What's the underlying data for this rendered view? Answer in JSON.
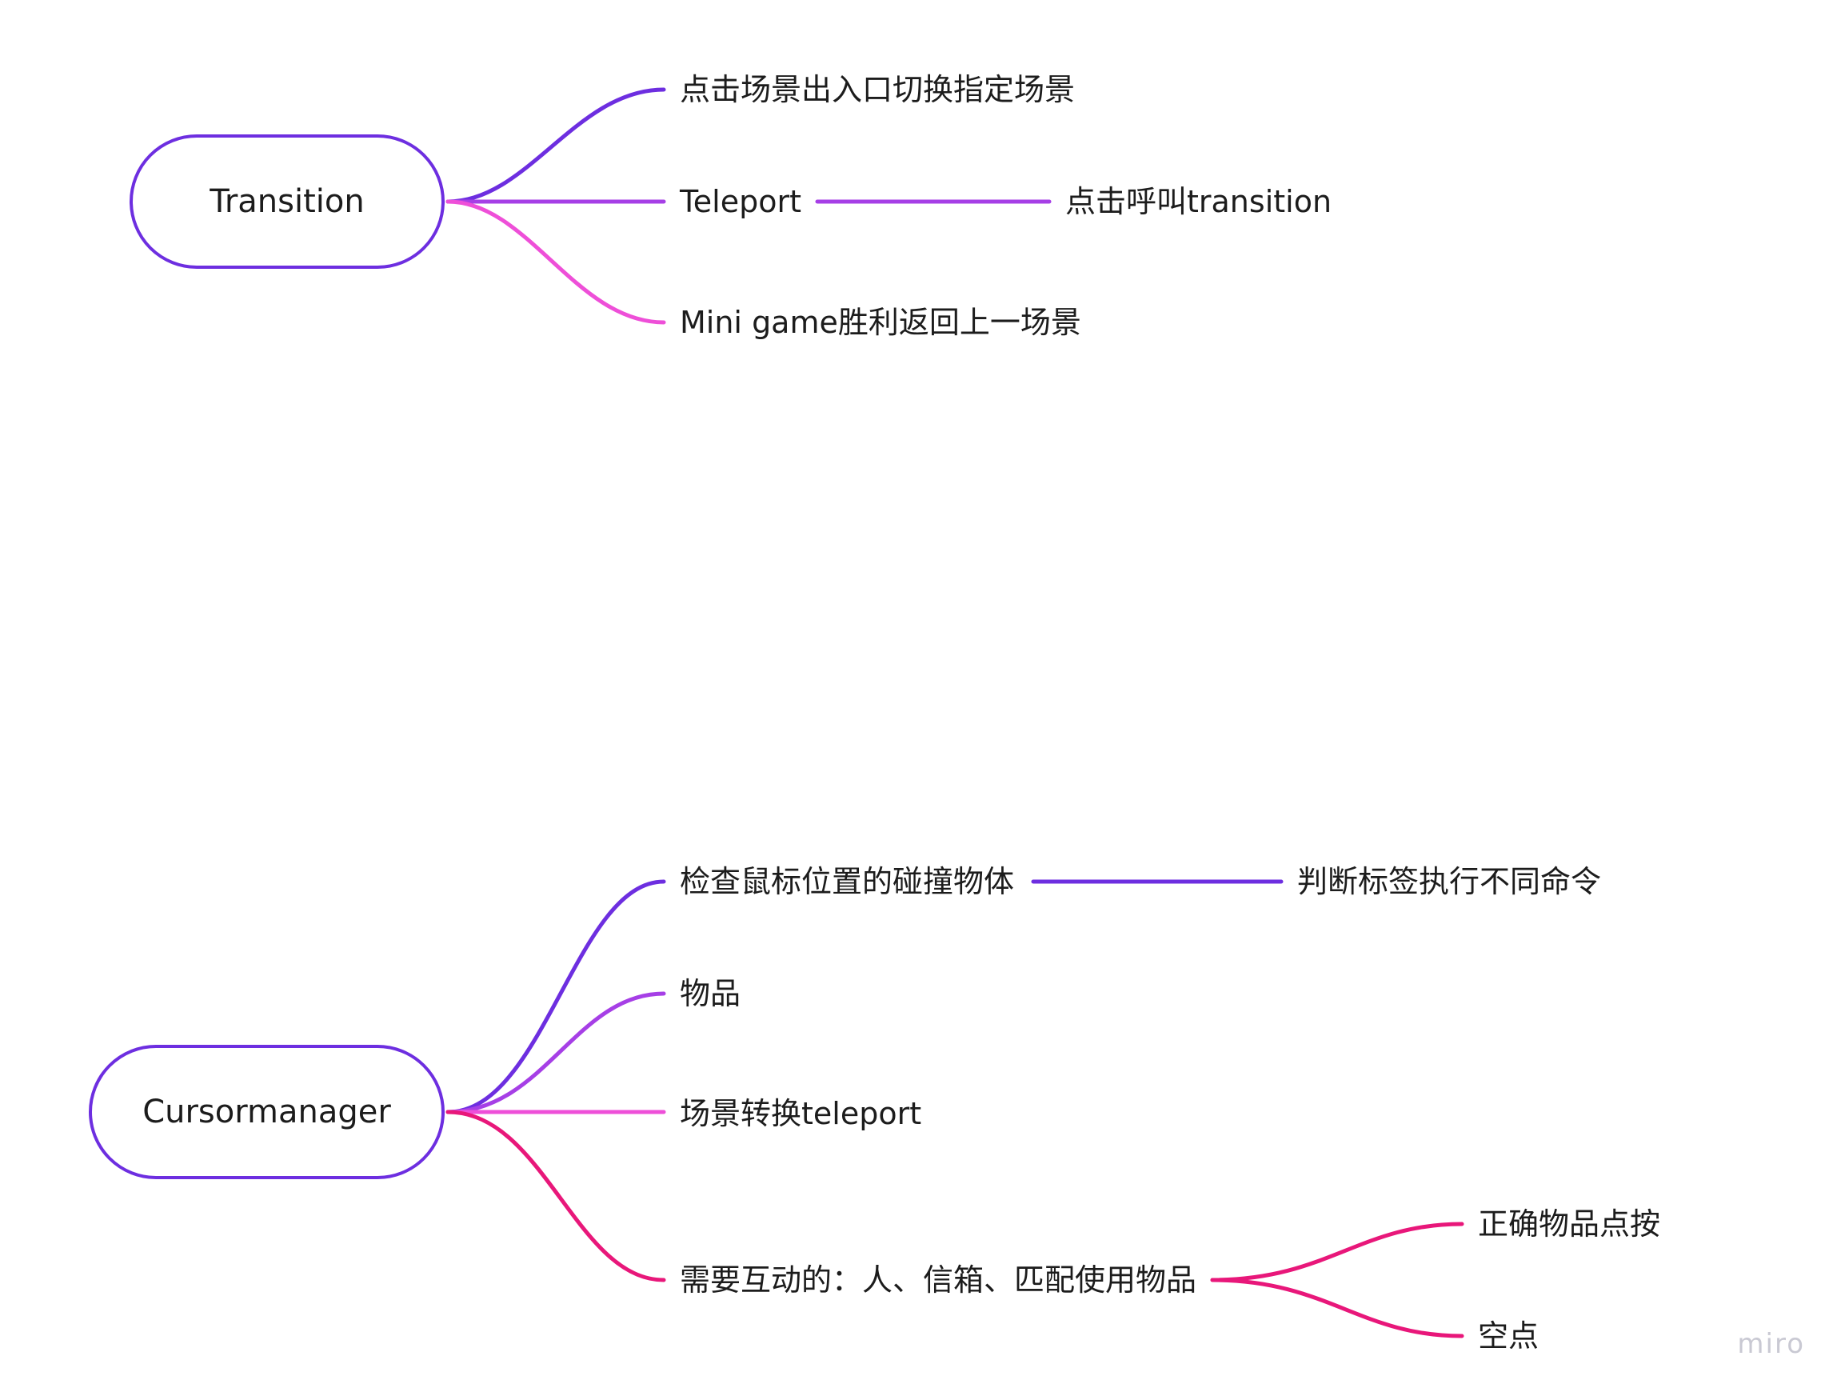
{
  "colors": {
    "violet": "#6d2ee0",
    "purple": "#a63fe6",
    "magenta": "#ee4fd8",
    "pink": "#e8177a"
  },
  "mindmaps": [
    {
      "root": "Transition",
      "children": [
        {
          "label": "点击场景出入口切换指定场景",
          "color": "violet"
        },
        {
          "label": "Teleport",
          "color": "purple",
          "children": [
            {
              "label": "点击呼叫transition"
            }
          ]
        },
        {
          "label": "Mini game胜利返回上一场景",
          "color": "magenta"
        }
      ]
    },
    {
      "root": "Cursormanager",
      "children": [
        {
          "label": "检查鼠标位置的碰撞物体",
          "color": "violet",
          "children": [
            {
              "label": "判断标签执行不同命令"
            }
          ]
        },
        {
          "label": "物品",
          "color": "purple"
        },
        {
          "label": "场景转换teleport",
          "color": "magenta"
        },
        {
          "label": "需要互动的：人、信箱、匹配使用物品",
          "color": "pink",
          "children": [
            {
              "label": "正确物品点按"
            },
            {
              "label": "空点"
            }
          ]
        }
      ]
    }
  ],
  "watermark": "miro"
}
